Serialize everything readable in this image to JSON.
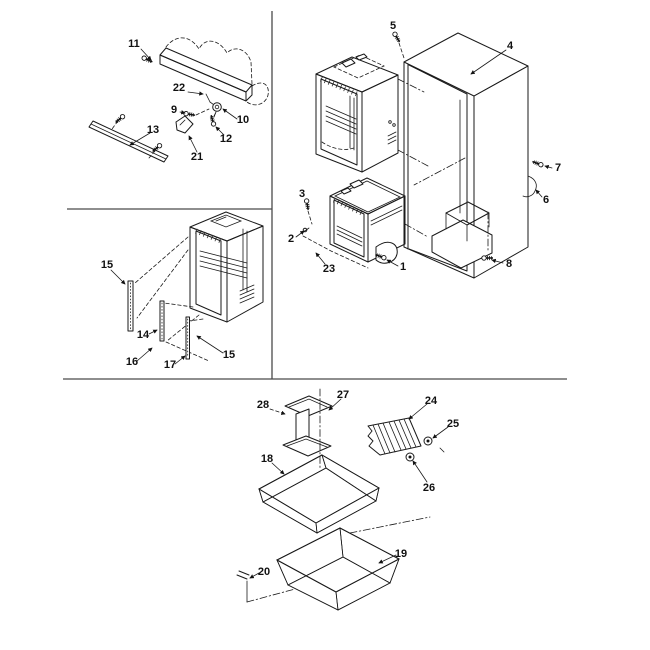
{
  "figure": {
    "kind": "exploded-parts-diagram",
    "subject": "freezer-compartment-and-baskets",
    "ink_color": "#1a1a1a",
    "background_color": "#ffffff",
    "divider_color": "#4a4a4a"
  },
  "callouts": [
    {
      "label": "11"
    },
    {
      "label": "22"
    },
    {
      "label": "9"
    },
    {
      "label": "10"
    },
    {
      "label": "12"
    },
    {
      "label": "21"
    },
    {
      "label": "13"
    },
    {
      "label": "15"
    },
    {
      "label": "14"
    },
    {
      "label": "16"
    },
    {
      "label": "17"
    },
    {
      "label": "15"
    },
    {
      "label": "5"
    },
    {
      "label": "4"
    },
    {
      "label": "7"
    },
    {
      "label": "6"
    },
    {
      "label": "3"
    },
    {
      "label": "2"
    },
    {
      "label": "23"
    },
    {
      "label": "1"
    },
    {
      "label": "8"
    },
    {
      "label": "28"
    },
    {
      "label": "27"
    },
    {
      "label": "24"
    },
    {
      "label": "25"
    },
    {
      "label": "26"
    },
    {
      "label": "18"
    },
    {
      "label": "19"
    },
    {
      "label": "20"
    }
  ]
}
